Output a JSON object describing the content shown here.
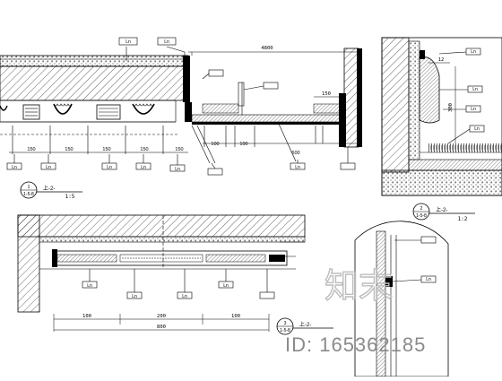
{
  "drawing": {
    "detail1": {
      "badge_number": "1",
      "badge_ref": "1-5-8",
      "title": "上-2-",
      "scale": "1:5",
      "top_dimension": "4800",
      "dim_150": "150",
      "dims_bottom": [
        "150",
        "150",
        "150",
        "150",
        "150",
        "100",
        "100",
        "600"
      ],
      "callout_label": "Ln"
    },
    "detail2": {
      "badge_number": "2",
      "badge_ref": "1-5-8",
      "title": "上-2-",
      "scale": "1:2",
      "dim_12": "12",
      "dim_vertical": "300"
    },
    "detail3": {
      "badge_number": "3",
      "badge_ref": "1-5-8",
      "title": "上-2-",
      "dims_bottom": [
        "100",
        "200",
        "100"
      ],
      "total_dimension": "800"
    },
    "watermark": {
      "text": "知末",
      "id_text": "ID: 165362185"
    }
  }
}
